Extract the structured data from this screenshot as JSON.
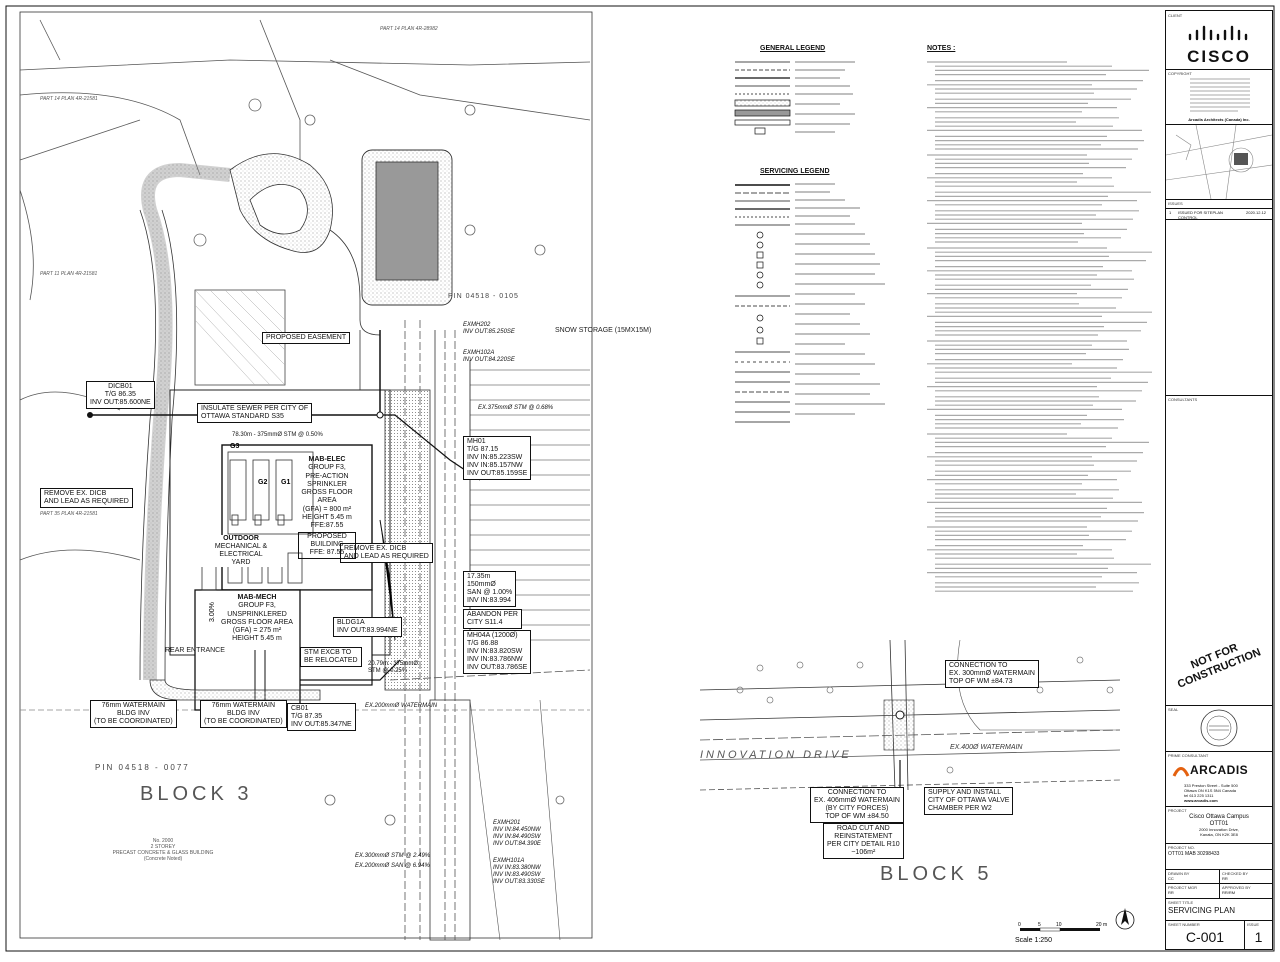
{
  "sheet": {
    "not_for_construction": "NOT FOR CONSTRUCTION",
    "scale_label": "Scale 1:250",
    "scale_ticks": [
      "0",
      "5",
      "10",
      "20 m"
    ],
    "block_3": "BLOCK 3",
    "block_5": "BLOCK 5",
    "innovation_drive": "INNOVATION DRIVE",
    "existing_building": "No. 2000\n2 STOREY\nPRECAST CONCRETE & GLASS BUILDING\n(Concrete Noted)",
    "pin_top": "PIN 04518 - 0105",
    "pin_bottom": "PIN 04518 - 0077",
    "part_labels": [
      "PART 14 PLAN 4R-28982",
      "PART 14 PLAN 4R-21581",
      "PART 11 PLAN 4R-21581",
      "PART 35 PLAN 4R-21581"
    ],
    "snow_storage": "SNOW STORAGE (15MX15M)",
    "rear_entrance": "REAR ENTRANCE"
  },
  "legend": {
    "general_title": "GENERAL LEGEND",
    "servicing_title": "SERVICING LEGEND",
    "notes_title": "NOTES :"
  },
  "callouts": {
    "dicb01": [
      "DICB01",
      "T/G 86.35",
      "INV OUT:85.600NE"
    ],
    "insulate": [
      "INSULATE SEWER PER CITY OF",
      "OTTAWA STANDARD S35"
    ],
    "proposed_easement": "PROPOSED EASEMENT",
    "stm_line": "78.30m - 375mmØ STM @ 0.50%",
    "remove_dicb_1": [
      "REMOVE EX. DICB",
      "AND LEAD AS REQUIRED"
    ],
    "remove_dicb_2": [
      "REMOVE EX. DICB",
      "AND LEAD AS REQUIRED"
    ],
    "mh01": [
      "MH01",
      "T/G 87.15",
      "INV IN:85.223SW",
      "INV IN:85.157NW",
      "INV OUT:85.159SE"
    ],
    "san": [
      "17.35m",
      "150mmØ",
      "SAN @ 1.00%",
      "INV IN:83.994"
    ],
    "abandon": [
      "ABANDON PER",
      "CITY S11.4"
    ],
    "mh04a": [
      "MH04A (1200Ø)",
      "T/G 86.88",
      "INV IN:83.820SW",
      "INV IN:83.786NW",
      "INV OUT:83.786SE"
    ],
    "bldg1a": [
      "BLDG1A",
      "INV OUT:83.994NE"
    ],
    "stm_excb": [
      "STM EXCB TO",
      "BE RELOCATED"
    ],
    "stm_short": [
      "20.79m - 375mmØ",
      "STM @ 0.25%"
    ],
    "wm_76_1": [
      "76mm WATERMAIN",
      "BLDG INV",
      "(TO BE COORDINATED)"
    ],
    "wm_76_2": [
      "76mm WATERMAIN",
      "BLDG INV",
      "(TO BE COORDINATED)"
    ],
    "cb01": [
      "CB01",
      "T/G 87.35",
      "INV OUT:85.347NE"
    ],
    "exmh202": [
      "EXMH202",
      "INV OUT:85.250SE"
    ],
    "exmh102a": [
      "EXMH102A",
      "INV OUT:84.220SE"
    ],
    "exmh201": [
      "EXMH201",
      "INV IN:84.450NW",
      "INV IN:84.490SW",
      "INV OUT:84.390E"
    ],
    "exmh101a": [
      "EXMH101A",
      "INV IN:83.380NW",
      "INV IN:83.490SW",
      "INV OUT:83.330SE"
    ],
    "ex_stm_375": "EX.375mmØ STM @ 0.68%",
    "ex_wm_200": "EX.200mmØ WATERMAIN",
    "ex_stm_300": "EX.300mmØ STM @ 2.49%",
    "ex_san_200": "EX.200mmØ SAN @ 6.94%",
    "connection_300": [
      "CONNECTION TO",
      "EX. 300mmØ WATERMAIN",
      "TOP OF WM ±84.73"
    ],
    "connection_406": [
      "CONNECTION TO",
      "EX. 406mmØ WATERMAIN",
      "(BY CITY FORCES)",
      "TOP OF WM ±84.50"
    ],
    "supply_install": [
      "SUPPLY AND INSTALL",
      "CITY OF OTTAWA VALVE",
      "CHAMBER PER W2"
    ],
    "road_cut": [
      "ROAD CUT AND",
      "REINSTATEMENT",
      "PER CITY DETAIL R10",
      "~106m²"
    ],
    "ex_wm_400": "EX.400Ø WATERMAIN"
  },
  "buildings": {
    "mab_elec": [
      "MAB-ELEC",
      "GROUP F3,",
      "PRE-ACTION",
      "SPRINKLER",
      "GROSS FLOOR AREA",
      "(GFA) = 800 m²",
      "HEIGHT 5.45 m",
      "FFE:87.55",
      "PROPOSED",
      "BUILDING",
      "FFE: 87.55"
    ],
    "outdoor": [
      "OUTDOOR",
      "MECHANICAL & ELECTRICAL",
      "YARD"
    ],
    "mab_mech": [
      "MAB-MECH",
      "GROUP F3,",
      "UNSPRINKLERED",
      "GROSS FLOOR AREA",
      "(GFA) = 275 m²",
      "HEIGHT 5.45 m"
    ],
    "gens": [
      "G3",
      "G2",
      "G1"
    ],
    "dim_3": "3.00%"
  },
  "title_block": {
    "client_label": "CLIENT",
    "client_logo": "CISCO",
    "copyright_label": "COPYRIGHT",
    "copyright_owner": "Arcadis Architects (Canada) Inc.",
    "issues_label": "ISSUES",
    "issue_no": "1",
    "issue_desc": "ISSUED FOR SITEPLAN CONTROL",
    "issue_date": "2020.12.12",
    "consultants_label": "CONSULTANTS",
    "seal_label": "SEAL",
    "prime_label": "PRIME CONSULTANT",
    "prime_logo": "ARCADIS",
    "prime_address": [
      "333 Preston Street - Suite 500",
      "Ottawa ON K1S 5N4 Canada",
      "tel 613 225 1311",
      "www.arcadis.com"
    ],
    "project_label": "PROJECT",
    "project_name": [
      "Cisco Ottawa Campus",
      "OTT01",
      "2000 Innovation Drive,",
      "Kanata, ON K2K 3E8"
    ],
    "project_no_label": "PROJECT NO.",
    "project_no": "OTT01 MAB 30298433",
    "drawn_by_label": "DRAWN BY",
    "drawn_by": "CC",
    "checked_by_label": "CHECKED BY",
    "checked_by": "RR",
    "project_mgr_label": "PROJECT MGR",
    "project_mgr": "RR",
    "approved_by_label": "APPROVED BY",
    "approved_by": "RR/RM",
    "sheet_title_label": "SHEET TITLE",
    "sheet_title": "SERVICING PLAN",
    "sheet_number_label": "SHEET NUMBER",
    "sheet_number": "C-001",
    "issue_label": "ISSUE",
    "issue_number": "1"
  },
  "colors": {
    "line": "#111111",
    "grey": "#8a8a8a",
    "hatch": "#b0b0b0"
  }
}
